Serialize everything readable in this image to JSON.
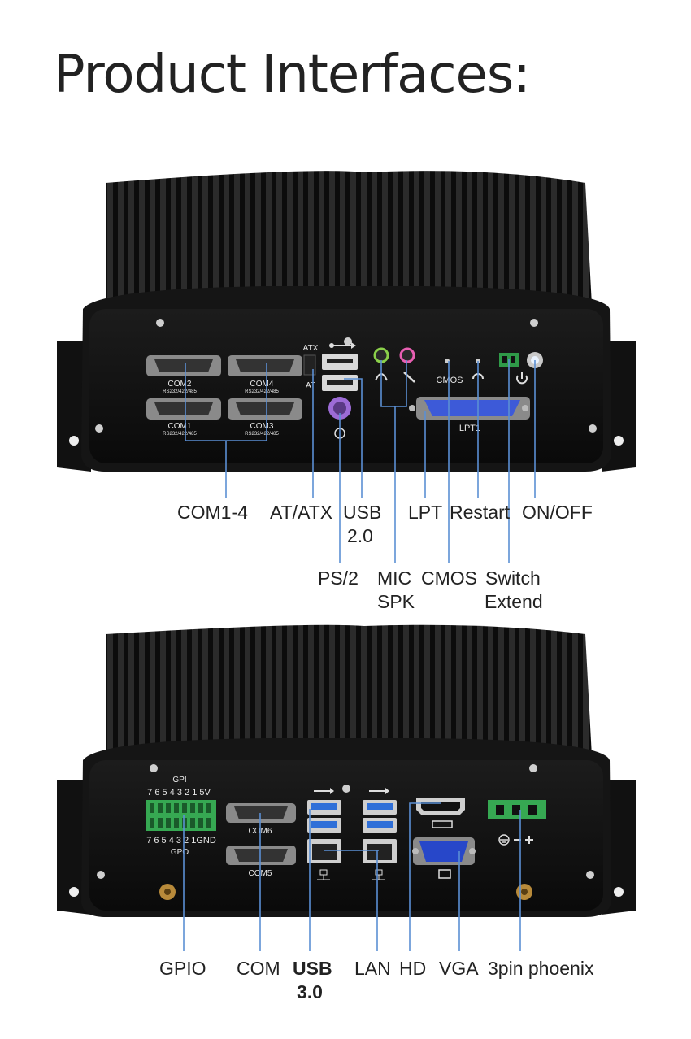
{
  "title": "Product Interfaces:",
  "colors": {
    "callout_line": "#5b8fd4",
    "case": "#161616",
    "panel": "#0d0d0d",
    "vga_blue": "#2747c9",
    "usb3_blue": "#2f6fd8",
    "terminal_green": "#36a852"
  },
  "top_unit": {
    "callouts": {
      "com": "COM1-4",
      "atatx": "AT/ATX",
      "usb2_line1": "USB",
      "usb2_line2": "2.0",
      "lpt": "LPT",
      "restart": "Restart",
      "onoff": "ON/OFF",
      "ps2": "PS/2",
      "mic_line1": "MIC",
      "mic_line2": "SPK",
      "cmos": "CMOS",
      "switch_line1": "Switch",
      "switch_line2": "Extend"
    },
    "panel_labels": {
      "com1": "COM1",
      "com2": "COM2",
      "com3": "COM3",
      "com4": "COM4",
      "rs": "RS232/422/485",
      "atx": "ATX",
      "at": "AT",
      "cmos": "CMOS",
      "lpt": "LPT1"
    }
  },
  "bottom_unit": {
    "callouts": {
      "gpio": "GPIO",
      "com": "COM",
      "usb3_line1": "USB",
      "usb3_line2": "3.0",
      "lan": "LAN",
      "hd": "HD",
      "vga": "VGA",
      "phoenix": "3pin phoenix"
    },
    "panel_labels": {
      "gpi": "GPI",
      "gpi_pins": "7 6 5 4 3 2 1 5V",
      "gpo_pins": "7 6 5 4 3 2 1GND",
      "gpo": "GPO",
      "com6": "COM6",
      "com5": "COM5"
    }
  }
}
